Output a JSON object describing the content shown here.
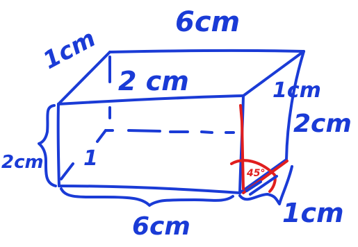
{
  "labels": {
    "top_length": "6cm",
    "top_left_depth": "1cm",
    "inner_height": "2 cm",
    "right_top_depth": "1cm",
    "right_height": "2cm",
    "left_height": "2cm",
    "hidden_depth": "1",
    "bottom_length": "6cm",
    "bottom_right_depth": "1cm",
    "angle": "45°"
  },
  "colors": {
    "ink": "#1a3bd6",
    "highlight": "#e01e1e"
  }
}
